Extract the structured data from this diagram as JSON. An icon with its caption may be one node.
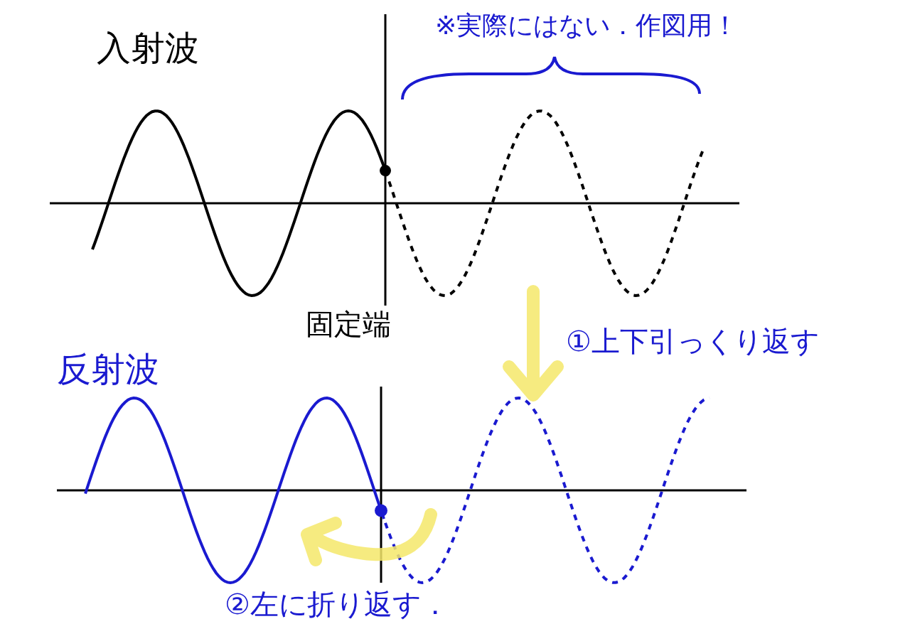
{
  "diagram": {
    "labels": [
      "入射波",
      "※実際にはない．作図用！",
      "固定端",
      "①上下引っくり返す",
      "反射波",
      "②左に折り返す．"
    ]
  }
}
